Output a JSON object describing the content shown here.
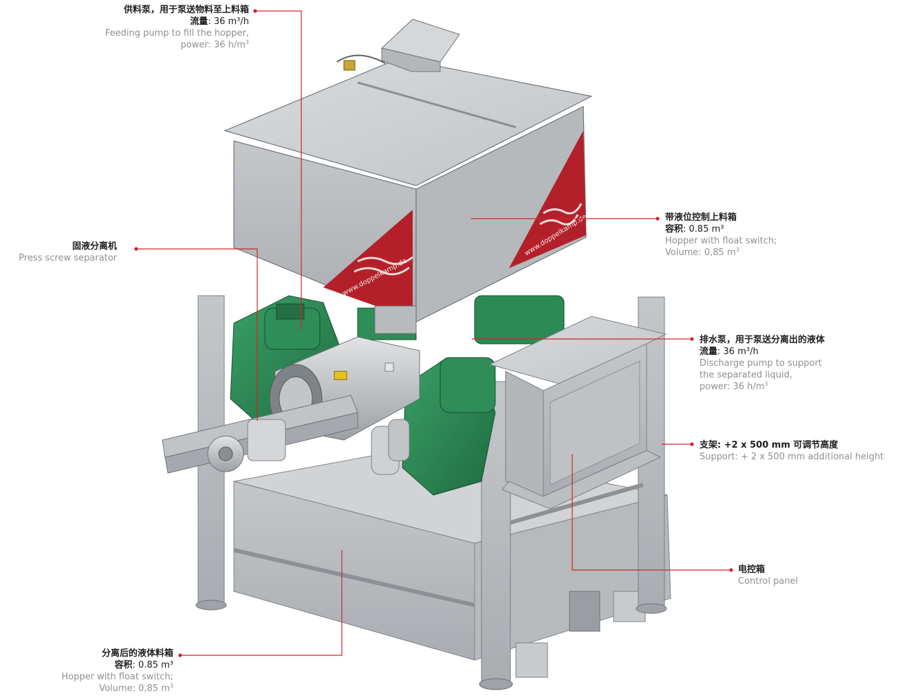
{
  "colors": {
    "accent": "#d2232a",
    "machine_green": "#2c8a55",
    "steel": "#b9bcbf",
    "banner_red": "#b3202a"
  },
  "callouts": {
    "feed_pump": {
      "zh_title": "供料泵，用于泵送物料至上料箱",
      "zh_flow_label": "流量",
      "zh_flow_value": ": 36 m³/h",
      "en_line1": "Feeding pump to fill the hopper,",
      "en_line2": "power: 36 h/m",
      "en_line2_sup": "3"
    },
    "top_hopper": {
      "zh_title": "带液位控制上料箱",
      "zh_volume_label": "容积",
      "zh_volume_value": ": 0.85 m³",
      "en_line1": "Hopper with float switch;",
      "en_line2": "Volume: 0,85 m",
      "en_line2_sup": "3"
    },
    "separator": {
      "zh_title": "固液分离机",
      "en_line1": "Press screw separator"
    },
    "discharge_pump": {
      "zh_title": "排水泵，用于泵送分离出的液体",
      "zh_flow_label": "流量",
      "zh_flow_value": ": 36 m³/h",
      "en_line1": "Discharge pump to support",
      "en_line2": "the separated liquid,",
      "en_line3": "power: 36 h/m",
      "en_line3_sup": "3"
    },
    "support": {
      "zh_title": "支架",
      "zh_title_value": ": +2 x 500 mm 可调节高度",
      "en_line1": "Support: + 2 x 500 mm additional height"
    },
    "control_panel": {
      "zh_title": "电控箱",
      "en_line1": "Control panel"
    },
    "liquid_hopper": {
      "zh_title": "分离后的液体料箱",
      "zh_volume_label": "容积",
      "zh_volume_value": ": 0.85 m³",
      "en_line1": "Hopper with float switch;",
      "en_line2": "Volume: 0,85 m",
      "en_line2_sup": "3"
    }
  },
  "banner_text": "www.doppelkamp.de"
}
